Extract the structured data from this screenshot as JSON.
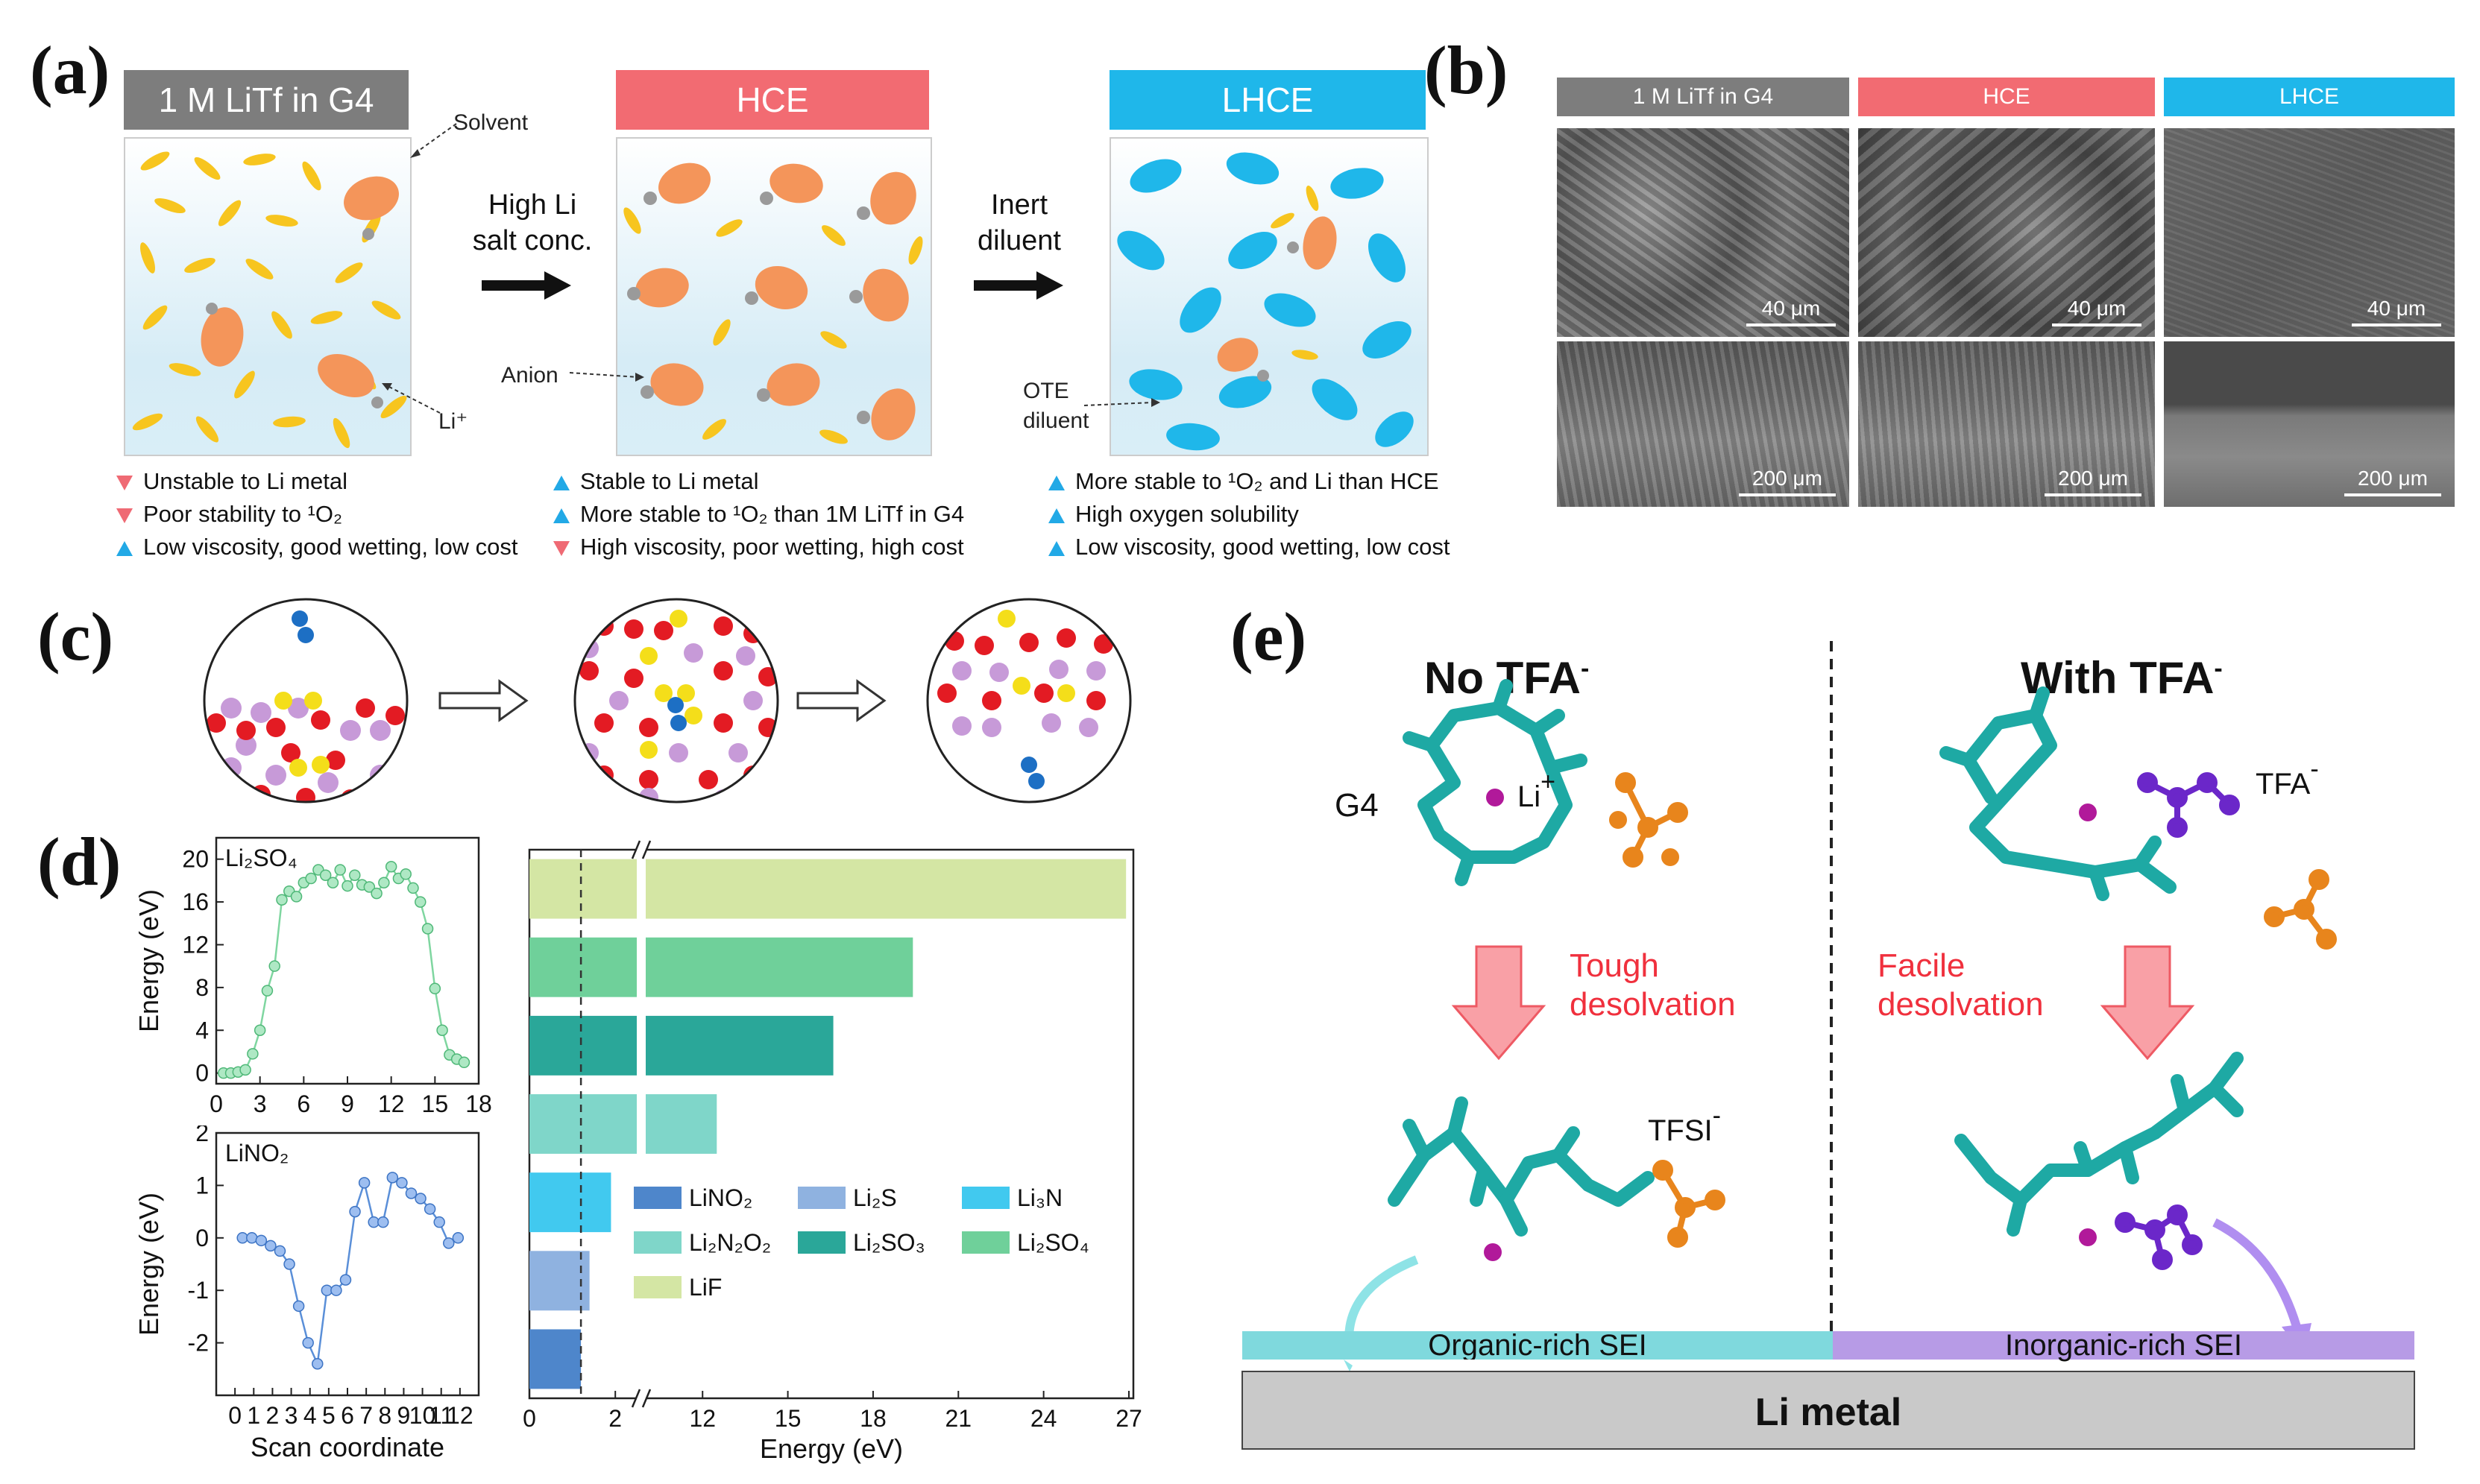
{
  "panel_labels": {
    "a": "(a)",
    "b": "(b)",
    "c": "(c)",
    "d": "(d)",
    "e": "(e)"
  },
  "colors": {
    "gray": "#7d7d7d",
    "red": "#f26b72",
    "blue": "#1fb7ea",
    "orange": "#f4955a",
    "yellow": "#f7c51f",
    "teal": "#2bb5b0",
    "purple": "#7b3fd6",
    "lavender": "#b79be6",
    "cyan_sei": "#7fd9dd"
  },
  "panel_a": {
    "headers": [
      "1 M LiTf in G4",
      "HCE",
      "LHCE"
    ],
    "arrow1": {
      "line1": "High Li",
      "line2": "salt conc."
    },
    "arrow2": {
      "line1": "Inert",
      "line2": "diluent"
    },
    "labels": {
      "solvent": "Solvent",
      "li": "Li⁺",
      "anion": "Anion",
      "ote1": "OTE",
      "ote2": "diluent"
    },
    "captions": [
      [
        {
          "dir": "down",
          "text": "Unstable to Li metal"
        },
        {
          "dir": "down",
          "text": "Poor stability to ¹O₂"
        },
        {
          "dir": "up",
          "text": "Low viscosity, good wetting, low cost"
        }
      ],
      [
        {
          "dir": "up",
          "text": "Stable to Li metal"
        },
        {
          "dir": "up",
          "text": "More stable to ¹O₂ than 1M LiTf in G4"
        },
        {
          "dir": "down",
          "text": "High viscosity, poor wetting, high cost"
        }
      ],
      [
        {
          "dir": "up",
          "text": "More stable to ¹O₂ and Li than HCE"
        },
        {
          "dir": "up",
          "text": "High oxygen solubility"
        },
        {
          "dir": "up",
          "text": "Low viscosity, good wetting, low cost"
        }
      ]
    ]
  },
  "panel_b": {
    "headers": [
      "1 M LiTf in G4",
      "HCE",
      "LHCE"
    ],
    "scales_top": [
      "40 μm",
      "40 μm",
      "40 μm"
    ],
    "scales_bottom": [
      "200 μm",
      "200 μm",
      "200 μm"
    ]
  },
  "chart_data": [
    {
      "type": "line",
      "title": "Li₂SO₄",
      "xlabel": "",
      "ylabel": "Energy (eV)",
      "xlim": [
        0,
        18
      ],
      "ylim": [
        -1,
        22
      ],
      "xticks": [
        "0",
        "3",
        "6",
        "9",
        "12",
        "15",
        "18"
      ],
      "yticks": [
        "0",
        "4",
        "8",
        "12",
        "16",
        "20"
      ],
      "series": [
        {
          "x": [
            0.5,
            1.0,
            1.5,
            2.0,
            2.5,
            3.0,
            3.5,
            4.0,
            4.5,
            5.0,
            5.5,
            6.0,
            6.5,
            7.0,
            7.5,
            8.0,
            8.5,
            9.0,
            9.5,
            10.0,
            10.5,
            11.0,
            11.5,
            12.0,
            12.5,
            13.0,
            13.5,
            14.0,
            14.5,
            15.0,
            15.5,
            16.0,
            16.5,
            17.0
          ],
          "y": [
            0.0,
            0.0,
            0.1,
            0.3,
            1.8,
            4.0,
            7.7,
            10.0,
            16.2,
            17.0,
            16.5,
            17.8,
            18.2,
            19.0,
            18.5,
            17.8,
            19.0,
            17.5,
            18.5,
            17.6,
            17.4,
            16.8,
            17.8,
            19.3,
            18.2,
            18.6,
            17.3,
            16.0,
            13.5,
            7.9,
            4.0,
            1.7,
            1.3,
            1.0
          ]
        }
      ]
    },
    {
      "type": "line",
      "title": "LiNO₂",
      "xlabel": "Scan coordinate",
      "ylabel": "Energy (eV)",
      "xlim": [
        -1,
        13
      ],
      "ylim": [
        -3,
        2
      ],
      "xticks": [
        "0",
        "1",
        "2",
        "3",
        "4",
        "5",
        "6",
        "7",
        "8",
        "9",
        "10",
        "11",
        "12"
      ],
      "yticks": [
        "2",
        "1",
        "0",
        "-1",
        "-2"
      ],
      "series": [
        {
          "x": [
            0.4,
            0.9,
            1.4,
            1.9,
            2.4,
            2.9,
            3.4,
            3.9,
            4.4,
            4.9,
            5.4,
            5.9,
            6.4,
            6.9,
            7.4,
            7.9,
            8.4,
            8.9,
            9.4,
            9.9,
            10.4,
            10.9,
            11.4,
            11.9
          ],
          "y": [
            0.0,
            0.0,
            -0.05,
            -0.15,
            -0.25,
            -0.5,
            -1.3,
            -2.0,
            -2.4,
            -1.0,
            -1.0,
            -0.8,
            0.5,
            1.05,
            0.3,
            0.3,
            1.15,
            1.05,
            0.85,
            0.75,
            0.55,
            0.3,
            -0.1,
            0.0
          ]
        }
      ]
    },
    {
      "type": "bar",
      "title": "",
      "xlabel": "Energy (eV)",
      "ylabel": "",
      "orientation": "horizontal",
      "axis_break": {
        "from": 2.5,
        "to": 10
      },
      "xlim": [
        0,
        27
      ],
      "xticks": [
        "0",
        "2",
        "12",
        "15",
        "18",
        "21",
        "24",
        "27"
      ],
      "reference_line": 1.2,
      "categories": [
        "LiNO₂",
        "Li₂S",
        "Li₃N",
        "Li₂N₂O₂",
        "Li₂SO₃",
        "Li₂SO₄",
        "LiF"
      ],
      "values": [
        1.2,
        1.4,
        1.9,
        12.5,
        16.6,
        19.4,
        26.9
      ],
      "bar_colors": [
        "#4e86cb",
        "#8fb2e0",
        "#41c9ef",
        "#7fd6c9",
        "#2aa799",
        "#6fd09a",
        "#d4e6a4"
      ],
      "legend": [
        {
          "name": "LiNO₂",
          "color": "#4e86cb"
        },
        {
          "name": "Li₂S",
          "color": "#8fb2e0"
        },
        {
          "name": "Li₃N",
          "color": "#41c9ef"
        },
        {
          "name": "Li₂N₂O₂",
          "color": "#7fd6c9"
        },
        {
          "name": "Li₂SO₃",
          "color": "#2aa799"
        },
        {
          "name": "Li₂SO₄",
          "color": "#6fd09a"
        },
        {
          "name": "LiF",
          "color": "#d4e6a4"
        }
      ]
    }
  ],
  "panel_e": {
    "left_title": "No TFA",
    "right_title": "With TFA",
    "title_sup": "-",
    "g4": "G4",
    "li": "Li",
    "li_sup": "+",
    "tfa": "TFA",
    "tough1": "Tough",
    "tough2": "desolvation",
    "facile1": "Facile",
    "facile2": "desolvation",
    "tfsi": "TFSI",
    "organic_sei": "Organic-rich SEI",
    "inorganic_sei": "Inorganic-rich SEI",
    "li_metal": "Li metal"
  }
}
